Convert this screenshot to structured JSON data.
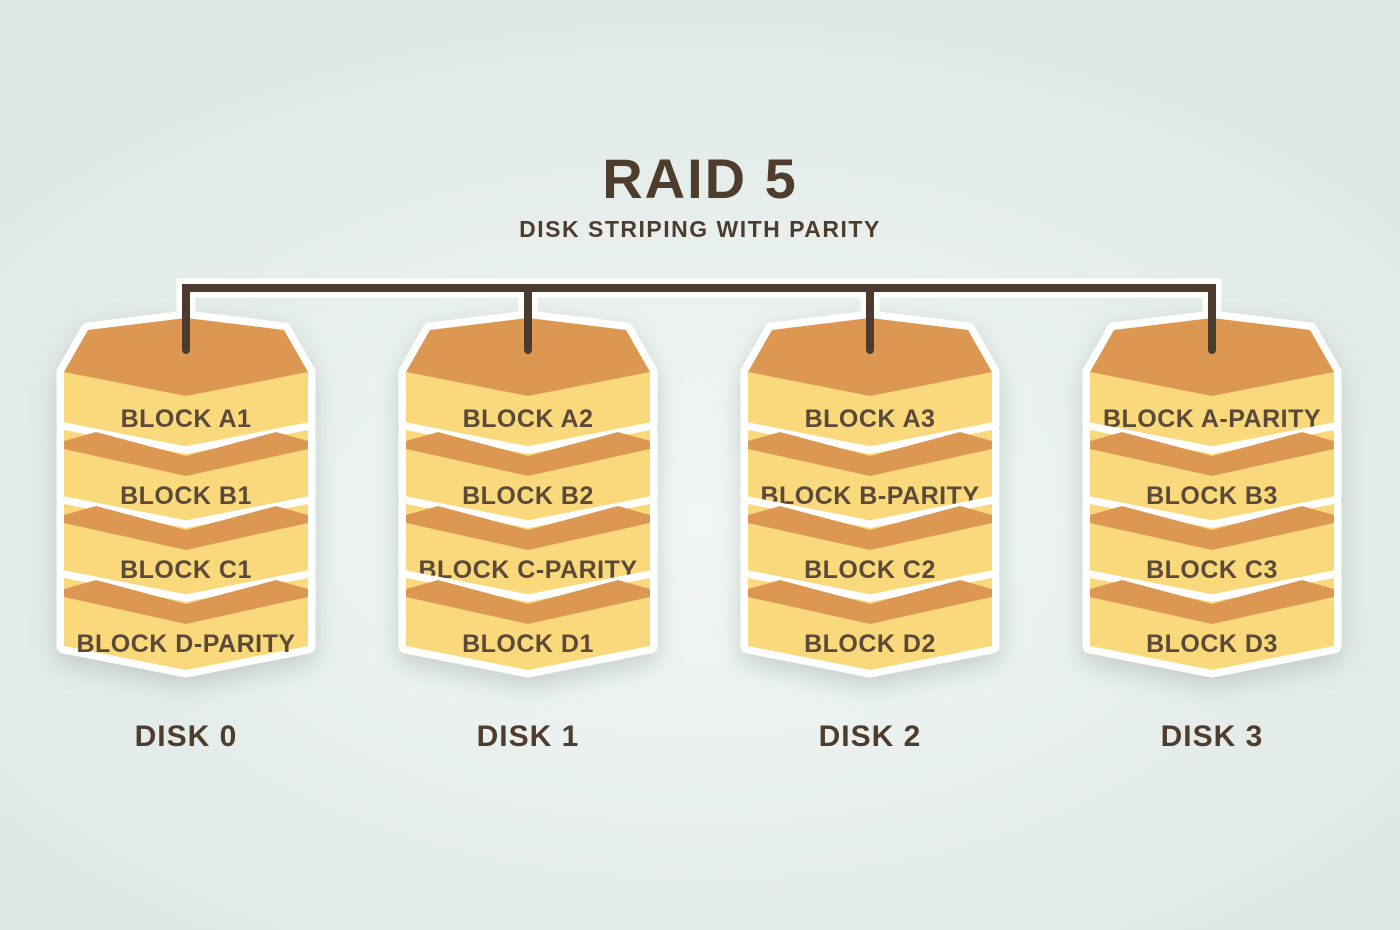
{
  "title": "RAID 5",
  "subtitle": "DISK STRIPING WITH PARITY",
  "disks": [
    {
      "label": "DISK 0",
      "blocks": [
        "BLOCK A1",
        "BLOCK B1",
        "BLOCK C1",
        "BLOCK D-PARITY"
      ]
    },
    {
      "label": "DISK 1",
      "blocks": [
        "BLOCK A2",
        "BLOCK B2",
        "BLOCK C-PARITY",
        "BLOCK D1"
      ]
    },
    {
      "label": "DISK 2",
      "blocks": [
        "BLOCK A3",
        "BLOCK B-PARITY",
        "BLOCK C2",
        "BLOCK D2"
      ]
    },
    {
      "label": "DISK 3",
      "blocks": [
        "BLOCK A-PARITY",
        "BLOCK B3",
        "BLOCK C3",
        "BLOCK D3"
      ]
    }
  ],
  "colors": {
    "background": "#E7EEEC",
    "block_top": "#DC9853",
    "block_face": "#FAD87C",
    "block_outline": "#FFFFFF",
    "bus_line": "#4A3B2E",
    "heading_text": "#4E3D2D",
    "block_text": "#5C4A39"
  }
}
